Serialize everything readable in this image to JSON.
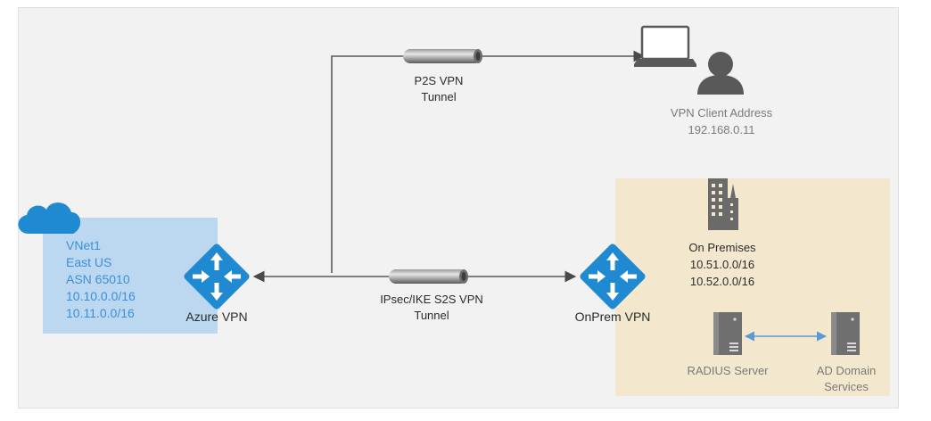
{
  "vnet": {
    "lines": [
      "VNet1",
      "East US",
      "ASN 65010",
      "10.10.0.0/16",
      "10.11.0.0/16"
    ],
    "gateway_label": "Azure VPN"
  },
  "p2s": {
    "line1": "P2S VPN",
    "line2": "Tunnel"
  },
  "s2s": {
    "line1": "IPsec/IKE S2S VPN",
    "line2": "Tunnel"
  },
  "client": {
    "line1": "VPN Client Address",
    "line2": "192.168.0.11"
  },
  "onprem": {
    "lines": [
      "On Premises",
      "10.51.0.0/16",
      "10.52.0.0/16"
    ],
    "gateway_label": "OnPrem VPN",
    "radius_label": "RADIUS Server",
    "ad_line1": "AD Domain",
    "ad_line2": "Services"
  },
  "colors": {
    "azure_blue": "#1f8ad2",
    "vnet_fill": "#bcd8f0",
    "onprem_fill": "#f3e8cd",
    "connector": "#595959",
    "link_blue": "#5b9bd5"
  },
  "icons": [
    "cloud-icon",
    "router-icon",
    "laptop-icon",
    "user-icon",
    "building-icon",
    "server-icon",
    "tunnel-icon"
  ]
}
